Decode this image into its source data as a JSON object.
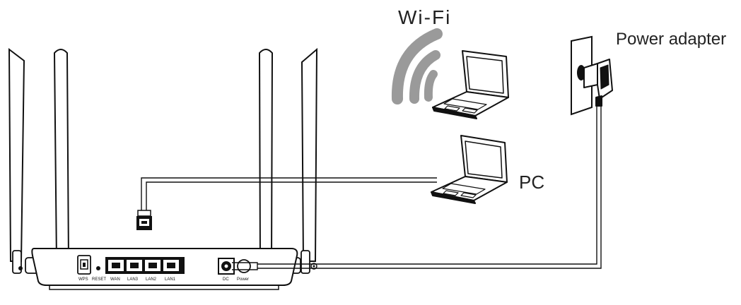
{
  "labels": {
    "wifi": "Wi-Fi",
    "pc": "PC",
    "power_adapter": "Power adapter"
  },
  "router_ports": {
    "wps": "WPS",
    "reset": "RESET",
    "wan": "WAN",
    "lan3": "LAN3",
    "lan2": "LAN2",
    "lan1": "LAN1",
    "dc": "DC",
    "power": "Power"
  },
  "colors": {
    "line": "#111111",
    "wifi_arcs": "#9a9a9a",
    "background": "#ffffff"
  }
}
